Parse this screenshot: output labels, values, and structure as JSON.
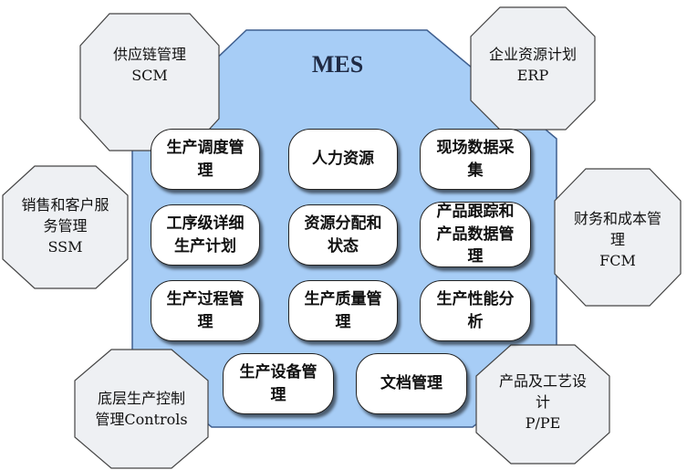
{
  "center": {
    "title": "MES",
    "modules": [
      "生产调度管\n理",
      "人力资源",
      "现场数据采\n集",
      "工序级详细\n生产计划",
      "资源分配和\n状态",
      "产品跟踪和\n产品数据管\n理",
      "生产过程管\n理",
      "生产质量管\n理",
      "生产性能分\n析",
      "生产设备管\n理",
      "文档管理"
    ]
  },
  "outer": [
    "供应链管理\nSCM",
    "企业资源计划\nERP",
    "销售和客户服\n务管理\nSSM",
    "财务和成本管\n理\nFCM",
    "底层生产控制\n管理Controls",
    "产品及工艺设\n计\nP/PE"
  ],
  "colors": {
    "center_fill": "#a7cdf6",
    "outer_fill": "#eef0f3",
    "module_fill": "#ffffff"
  }
}
